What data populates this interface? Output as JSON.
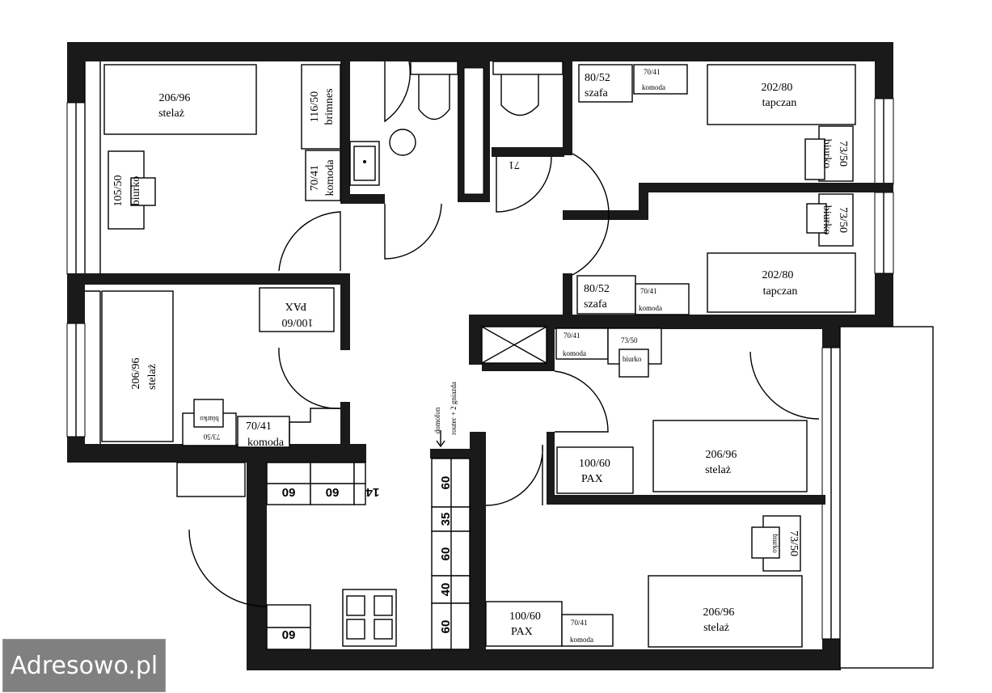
{
  "watermark": "Adresowo.pl",
  "labels": {
    "stelaz_tl_size": "206/96",
    "stelaz_tl_name": "stelaż",
    "brimnes_size": "116/50",
    "brimnes_name": "brimnes",
    "komoda_tl_size": "70/41",
    "komoda_tl_name": "komoda",
    "biurko_tl_size": "105/50",
    "biurko_tl_name": "biurko",
    "szafa_tr_size": "80/52",
    "szafa_tr_name": "szafa",
    "komoda_tr_size": "70/41",
    "komoda_tr_name": "komoda",
    "tapczan_top_size": "202/80",
    "tapczan_top_name": "tapczan",
    "biurko_r1_size": "73/50",
    "biurko_r1_name": "biurko",
    "biurko_r2_size": "73/50",
    "biurko_r2_name": "biurko",
    "door_71": "71",
    "szafa_mr_size": "80/52",
    "szafa_mr_name": "szafa",
    "komoda_mr_size": "70/41",
    "komoda_mr_name": "komoda",
    "tapczan_mid_size": "202/80",
    "tapczan_mid_name": "tapczan",
    "pax_ml_size": "100/60",
    "pax_ml_name": "PAX",
    "stelaz_ml_size": "206/96",
    "stelaz_ml_name": "stelaż",
    "biurko_ml_size": "73/50",
    "biurko_ml_name": "biurko",
    "komoda_ml_size": "70/41",
    "komoda_ml_name": "komoda",
    "komoda_c_size": "70/41",
    "komoda_c_name": "komoda",
    "biurko_c_size": "73/50",
    "biurko_c_name": "biurko",
    "pax_c_size": "100/60",
    "pax_c_name": "PAX",
    "stelaz_c_size": "206/96",
    "stelaz_c_name": "stelaż",
    "domofon": "domofon",
    "router": "router + 2 gniazda",
    "biurko_br_size": "73/50",
    "biurko_br_name": "biurko",
    "pax_b_size": "100/60",
    "pax_b_name": "PAX",
    "komoda_b_size": "70/41",
    "komoda_b_name": "komoda",
    "stelaz_br_size": "206/96",
    "stelaz_br_name": "stelaż"
  },
  "cabinets": {
    "top": [
      "60",
      "60",
      "14"
    ],
    "column": [
      "60",
      "35",
      "60",
      "40",
      "60"
    ],
    "bottom": [
      "60"
    ]
  },
  "colors": {
    "wall": "#1a1a1a",
    "watermark_bg": "#6e6e6e"
  }
}
